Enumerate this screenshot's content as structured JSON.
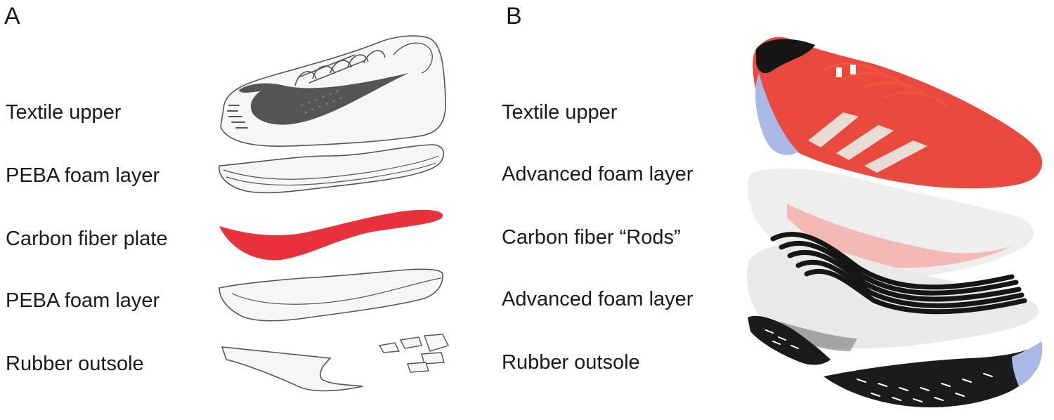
{
  "panels": [
    {
      "letter": "A",
      "layers": [
        {
          "label": "Textile upper"
        },
        {
          "label": "PEBA foam layer"
        },
        {
          "label": "Carbon fiber plate"
        },
        {
          "label": "PEBA foam layer"
        },
        {
          "label": "Rubber outsole"
        }
      ]
    },
    {
      "letter": "B",
      "layers": [
        {
          "label": "Textile upper"
        },
        {
          "label": "Advanced foam layer"
        },
        {
          "label": "Carbon fiber “Rods”"
        },
        {
          "label": "Advanced foam layer"
        },
        {
          "label": "Rubber outsole"
        }
      ]
    }
  ],
  "colors": {
    "plate_red": "#e8313a",
    "upper_red": "#ea4a3e",
    "line_gray": "#555555",
    "fill_light": "#f6f6f6",
    "swoosh_gray": "#555555",
    "foam_white": "#eeeeee",
    "rod_black": "#161616",
    "outsole_black": "#1b1b1b",
    "heel_blue": "#aab8e6"
  }
}
